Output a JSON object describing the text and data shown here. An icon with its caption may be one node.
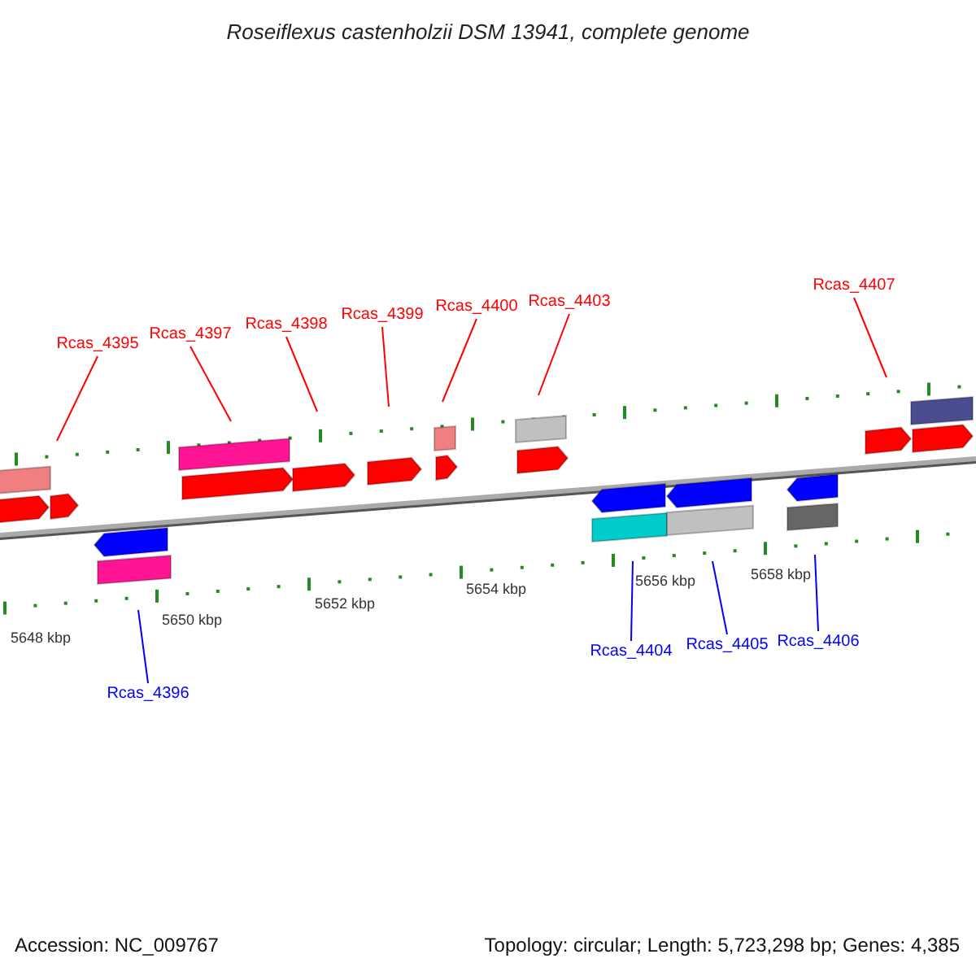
{
  "diagram": {
    "title": "Roseiflexus castenholzii DSM 13941, complete genome",
    "nodes": [
      {
        "text": [
          "Rcas_4395"
        ]
      },
      {
        "text": [
          "Rcas_4397"
        ]
      },
      {
        "text": [
          "Rcas_4398"
        ]
      },
      {
        "text": [
          "Rcas_4399"
        ]
      },
      {
        "text": [
          "Rcas_4400"
        ]
      },
      {
        "text": [
          "Rcas_4403"
        ]
      },
      {
        "text": [
          "Rcas_4407"
        ]
      },
      {
        "text": [
          "Rcas_4396"
        ]
      },
      {
        "text": [
          "Rcas_4404"
        ]
      },
      {
        "text": [
          "Rcas_4405"
        ]
      },
      {
        "text": [
          "Rcas_4406"
        ]
      }
    ],
    "edges": [
      {
        "from": 0,
        "to": null,
        "arrow": "none"
      },
      {
        "from": 1,
        "to": null,
        "arrow": "none"
      },
      {
        "from": 2,
        "to": null,
        "arrow": "none"
      },
      {
        "from": 3,
        "to": null,
        "arrow": "none"
      },
      {
        "from": 4,
        "to": null,
        "arrow": "none"
      },
      {
        "from": 5,
        "to": null,
        "arrow": "none"
      },
      {
        "from": 6,
        "to": null,
        "arrow": "none"
      },
      {
        "from": 7,
        "to": null,
        "arrow": "none",
        "color": "#0000ff"
      },
      {
        "from": 8,
        "to": null,
        "arrow": "none",
        "color": "#0000ff"
      },
      {
        "from": 9,
        "to": null,
        "arrow": "none",
        "color": "#0000ff"
      },
      {
        "from": 10,
        "to": null,
        "arrow": "none",
        "color": "#0000ff"
      }
    ],
    "labels": [
      "5648 kbp",
      "5650 kbp",
      "5652 kbp",
      "5654 kbp",
      "5656 kbp",
      "5658 kbp",
      "Accession: NC_009767",
      "Topology: circular; Length: 5,723,298 bp; Genes: 4,385"
    ]
  }
}
